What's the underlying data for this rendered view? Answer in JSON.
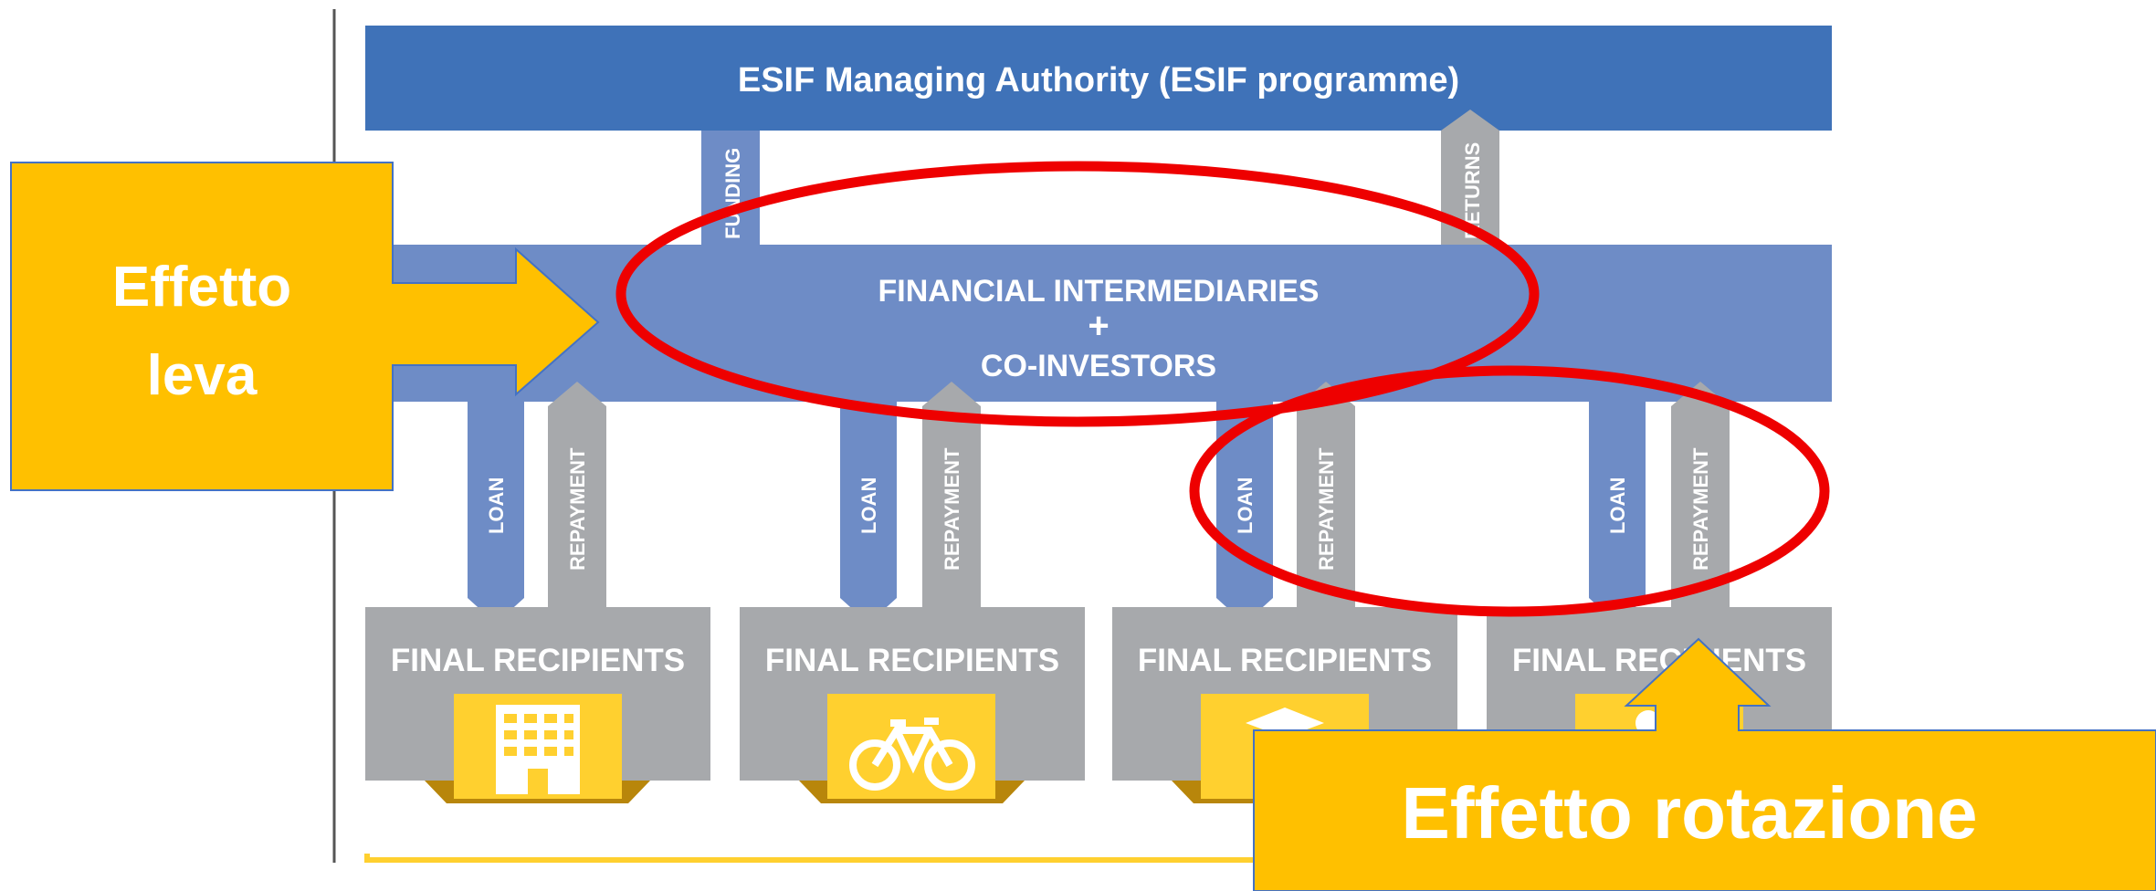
{
  "managing_authority": {
    "label": "ESIF Managing Authority (ESIF programme)"
  },
  "flows_top": {
    "funding": "FUNDING",
    "returns": "RETURNS"
  },
  "intermediaries": {
    "line1": "FINANCIAL INTERMEDIARIES",
    "plus": "+",
    "line2": "CO-INVESTORS"
  },
  "loan_label": "LOAN",
  "repayment_label": "REPAYMENT",
  "recipients": [
    {
      "label": "FINAL RECIPIENTS",
      "icon": "building-icon"
    },
    {
      "label": "FINAL RECIPIENTS",
      "icon": "bicycle-icon"
    },
    {
      "label": "FINAL RECIPIENTS",
      "icon": "graduation-cap-icon"
    },
    {
      "label": "FINAL RECIPIENTS",
      "icon": "recipient-icon"
    }
  ],
  "callouts": {
    "leva": {
      "line1": "Effetto",
      "line2": "leva"
    },
    "rotazione": "Effetto rotazione"
  },
  "colors": {
    "dark_blue": "#3F72B8",
    "mid_blue": "#6E8CC6",
    "grey": "#A7A9AC",
    "yellow": "#FFD02F",
    "dark_gold": "#B8860B",
    "callout": "#FFC000",
    "red": "#EE0000"
  }
}
